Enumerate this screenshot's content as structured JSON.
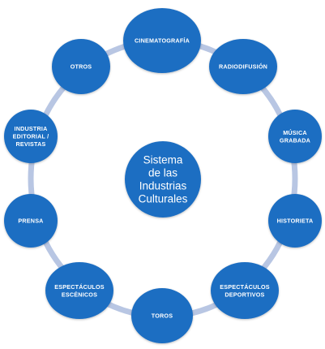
{
  "center": {
    "lines": [
      "Sistema",
      "de las",
      "Industrias",
      "Culturales"
    ]
  },
  "nodes": [
    {
      "id": "cinematografia",
      "lines": [
        "CINEMATOGRAFÍA"
      ]
    },
    {
      "id": "radiodifusion",
      "lines": [
        "RADIODIFUSIÓN"
      ]
    },
    {
      "id": "musica-grabada",
      "lines": [
        "MÚSICA",
        "GRABADA"
      ]
    },
    {
      "id": "historieta",
      "lines": [
        "HISTORIETA"
      ]
    },
    {
      "id": "espectaculos-deportivos",
      "lines": [
        "ESPECTÁCULOS",
        "DEPORTIVOS"
      ]
    },
    {
      "id": "toros",
      "lines": [
        "TOROS"
      ]
    },
    {
      "id": "espectaculos-escenicos",
      "lines": [
        "ESPECTÁCULOS",
        "ESCÉNICOS"
      ]
    },
    {
      "id": "prensa",
      "lines": [
        "PRENSA"
      ]
    },
    {
      "id": "industria-editorial-revistas",
      "lines": [
        "INDUSTRIA",
        "EDITORIAL /",
        "REVISTAS"
      ]
    },
    {
      "id": "otros",
      "lines": [
        "OTROS"
      ]
    }
  ],
  "colors": {
    "node_fill": "#1f6ec2",
    "ring": "#b8c6e3",
    "center_fill": "#1f6ec2"
  }
}
